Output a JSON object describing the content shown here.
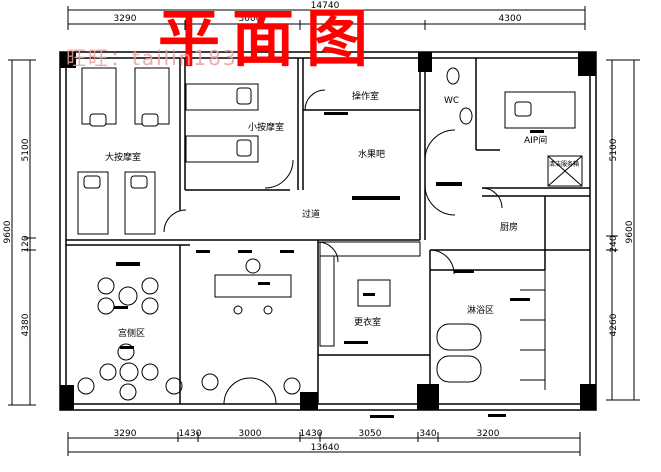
{
  "title": "平面图",
  "watermark": "旺旺：tailin183",
  "dims_top": {
    "total": "14740",
    "segments": [
      "3290",
      "3000",
      "4300"
    ]
  },
  "dims_bottom": {
    "total": "13640",
    "segments": [
      "3290",
      "1430",
      "3000",
      "1430",
      "3050",
      "340",
      "3200"
    ]
  },
  "dims_left": {
    "total": "9600",
    "upper": "5100",
    "mid": "120",
    "lower": "4380"
  },
  "dims_right": {
    "total": "9600",
    "upper": "5100",
    "mid": "240",
    "lower": "4260"
  },
  "rooms": {
    "large_massage": "大按摩室",
    "small_massage": "小按摩室",
    "operation": "操作室",
    "wc": "WC",
    "aip": "AIP间",
    "fruit_bar": "水果吧",
    "corridor": "过道",
    "kitchen": "厨房",
    "cleaning": "清洁服务箱",
    "lounge": "宫侧区",
    "changing": "更衣室",
    "bathing": "淋浴区"
  }
}
